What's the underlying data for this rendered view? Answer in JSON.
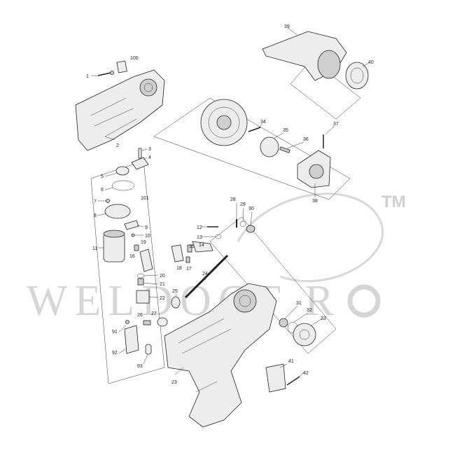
{
  "watermark": {
    "text": "WELDOCT R",
    "tm": "TM",
    "color": "#d6d6d6"
  },
  "part_numbers": [
    "1",
    "100",
    "2",
    "3",
    "4",
    "5",
    "6",
    "7",
    "101",
    "8",
    "9",
    "10",
    "11",
    "12",
    "13",
    "14",
    "15",
    "16",
    "17",
    "18",
    "19",
    "20",
    "21",
    "22",
    "23",
    "24",
    "25",
    "26",
    "27",
    "28",
    "29",
    "30",
    "31",
    "32",
    "33",
    "34",
    "35",
    "36",
    "37",
    "38",
    "39",
    "40",
    "41",
    "42",
    "91",
    "92",
    "93"
  ]
}
